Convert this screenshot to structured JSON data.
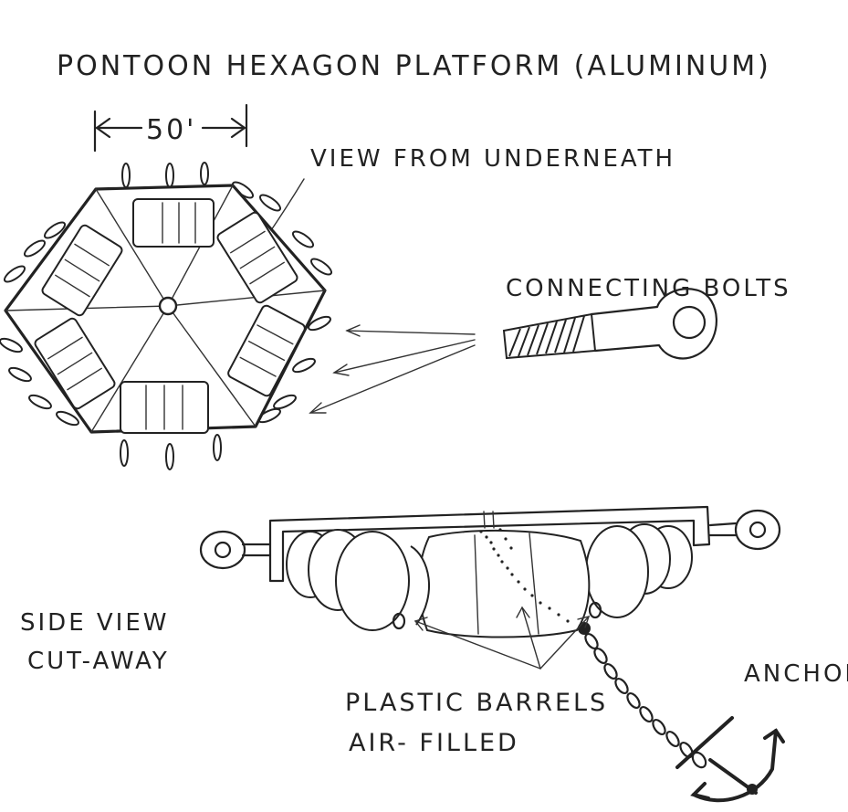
{
  "title": "PONTOON HEXAGON PLATFORM (ALUMINUM)",
  "dimension": "50'",
  "labels": {
    "view_underneath": "VIEW FROM UNDERNEATH",
    "connecting_bolts": "CONNECTING BOLTS",
    "side_view_1": "SIDE VIEW",
    "side_view_2": "CUT-AWAY",
    "plastic_barrels_1": "PLASTIC BARRELS",
    "plastic_barrels_2": "AIR- FILLED",
    "anchor": "ANCHOR"
  },
  "colors": {
    "ink": "#222222",
    "paper": "#ffffff"
  }
}
